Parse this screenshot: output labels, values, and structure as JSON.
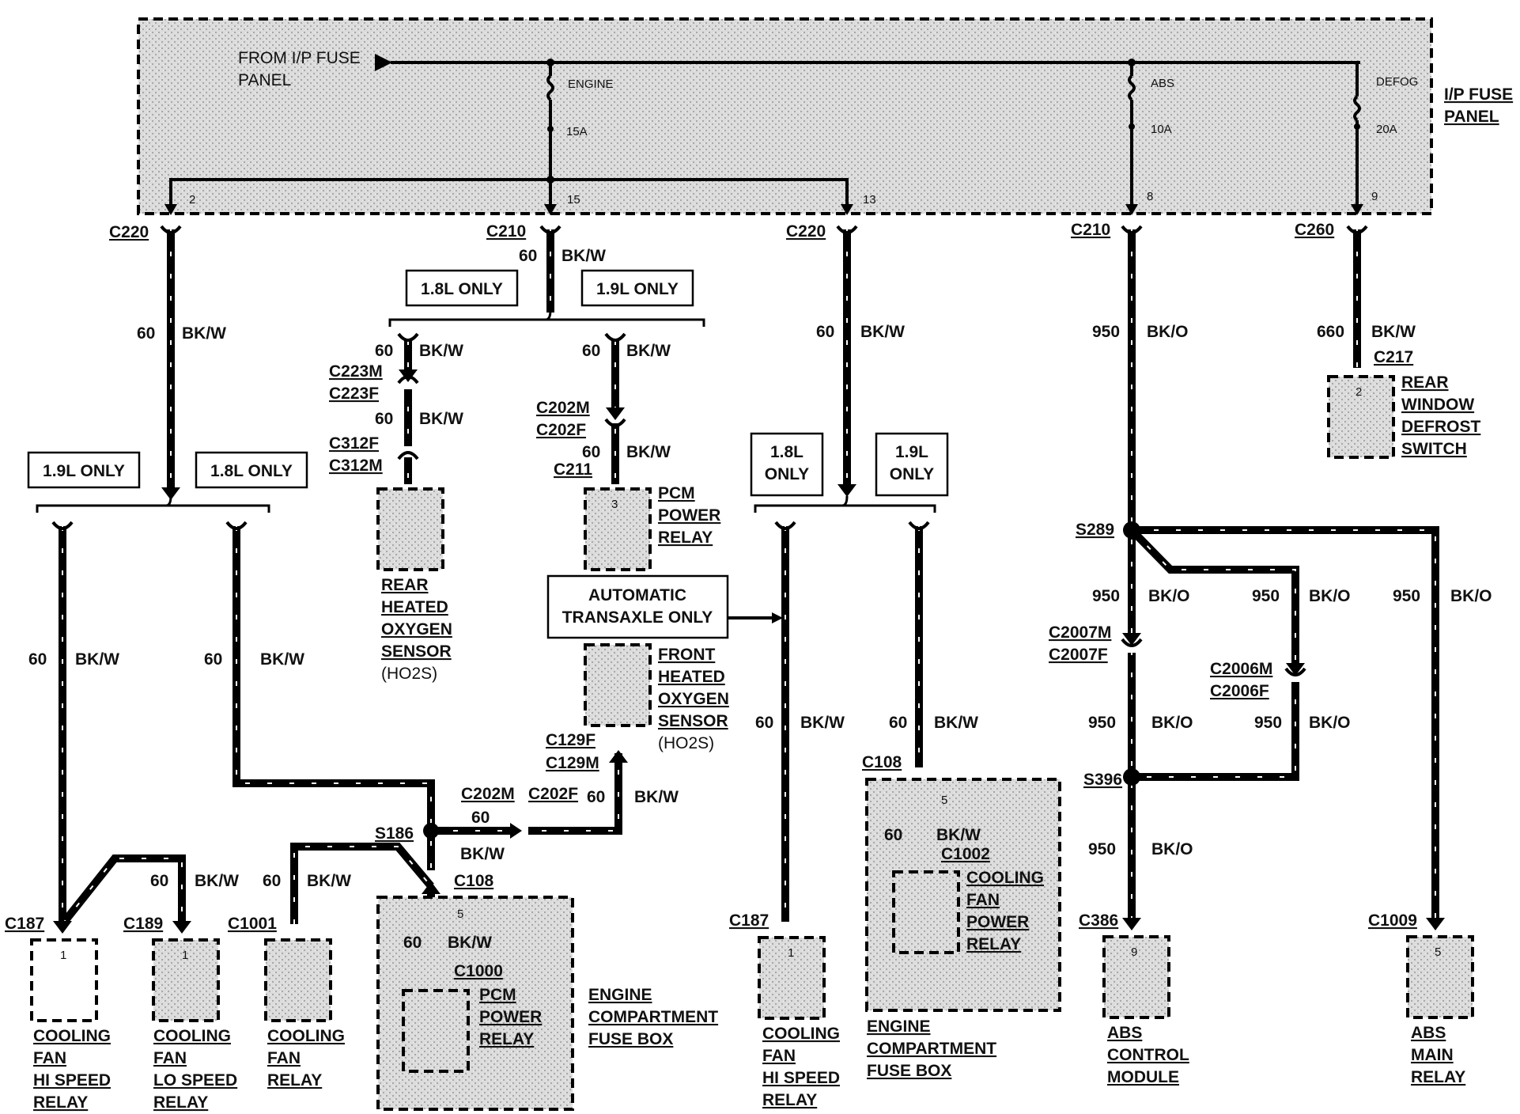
{
  "fuse_panel": {
    "label_lines": [
      "I/P FUSE",
      "PANEL"
    ],
    "feed_lines": [
      "FROM I/P FUSE",
      "PANEL"
    ],
    "fuses": [
      {
        "name": "ENGINE",
        "rating": "15A"
      },
      {
        "name": "ABS",
        "rating": "10A"
      },
      {
        "name": "DEFOG",
        "rating": "20A"
      }
    ],
    "pins": [
      "2",
      "15",
      "13",
      "8",
      "9"
    ]
  },
  "connectors": {
    "c220_left": "C220",
    "c210_mid": "C210",
    "c220_mid": "C220",
    "c210_right": "C210",
    "c260": "C260",
    "c223m": "C223M",
    "c223f": "C223F",
    "c312f": "C312F",
    "c312m": "C312M",
    "c202m_top": "C202M",
    "c202f_top": "C202F",
    "c211": "C211",
    "c129f": "C129F",
    "c129m": "C129M",
    "c202m_bot": "C202M",
    "c202f_bot": "C202F",
    "c217": "C217",
    "s289": "S289",
    "c2007m": "C2007M",
    "c2007f": "C2007F",
    "c2006m": "C2006M",
    "c2006f": "C2006F",
    "s396": "S396",
    "c386": "C386",
    "c1009": "C1009",
    "c187_left": "C187",
    "c189": "C189",
    "c1001": "C1001",
    "s186": "S186",
    "c108_left": "C108",
    "c1000": "C1000",
    "c187_mid": "C187",
    "c108_mid": "C108",
    "c1002": "C1002"
  },
  "circuits": {
    "bkw": "BK/W",
    "bko": "BK/O",
    "n60": "60",
    "n950": "950",
    "n660": "660"
  },
  "options": {
    "l18": "1.8L ONLY",
    "l19": "1.9L ONLY",
    "l18_lines": [
      "1.8L",
      "ONLY"
    ],
    "l19_lines": [
      "1.9L",
      "ONLY"
    ],
    "auto_lines": [
      "AUTOMATIC",
      "TRANSAXLE ONLY"
    ]
  },
  "components": {
    "rear_ho2s": [
      "REAR",
      "HEATED",
      "OXYGEN",
      "SENSOR"
    ],
    "ho2s_abbr": "(HO2S)",
    "pcm_relay_top": [
      "PCM",
      "POWER",
      "RELAY"
    ],
    "front_ho2s": [
      "FRONT",
      "HEATED",
      "OXYGEN",
      "SENSOR"
    ],
    "rear_defrost": [
      "REAR",
      "WINDOW",
      "DEFROST",
      "SWITCH"
    ],
    "fan_hi_left": [
      "COOLING",
      "FAN",
      "HI SPEED",
      "RELAY"
    ],
    "fan_lo": [
      "COOLING",
      "FAN",
      "LO SPEED",
      "RELAY"
    ],
    "fan_relay": [
      "COOLING",
      "FAN",
      "RELAY"
    ],
    "pcm_relay_box": [
      "PCM",
      "POWER",
      "RELAY"
    ],
    "ecfb": [
      "ENGINE",
      "COMPARTMENT",
      "FUSE BOX"
    ],
    "fan_hi_mid": [
      "COOLING",
      "FAN",
      "HI SPEED",
      "RELAY"
    ],
    "fan_power": [
      "COOLING",
      "FAN",
      "POWER",
      "RELAY"
    ],
    "abs_module": [
      "ABS",
      "CONTROL",
      "MODULE"
    ],
    "abs_relay": [
      "ABS",
      "MAIN",
      "RELAY"
    ]
  },
  "pin_numbers": {
    "rear_defrost": "2",
    "pcm_top": "3",
    "fan_hi_left": "1",
    "fan_lo": "1",
    "pcm_box": "5",
    "fan_hi_mid": "1",
    "fan_power": "5",
    "abs_module": "9",
    "abs_relay": "5"
  }
}
